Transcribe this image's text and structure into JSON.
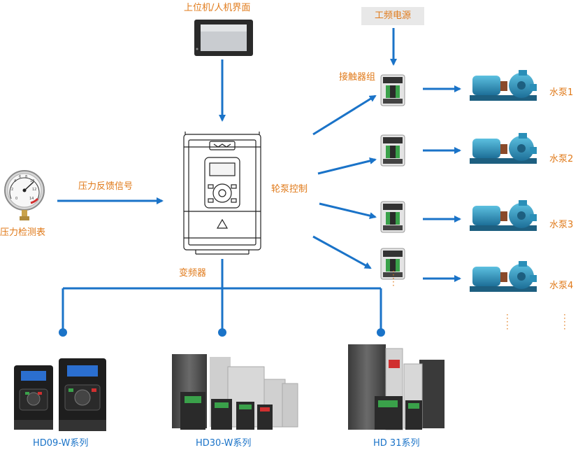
{
  "labels": {
    "hmi": "上位机/人机界面",
    "power": "工频电源",
    "contactor": "接触器组",
    "pressure_signal": "压力反馈信号",
    "pressure_gauge": "压力检测表",
    "rotation_control": "轮泵控制",
    "vfd": "变频器",
    "pumps": [
      "水泵1",
      "水泵2",
      "水泵3",
      "水泵4"
    ],
    "series": [
      "HD09-W系列",
      "HD30-W系列",
      "HD 31系列"
    ]
  },
  "gauge_scale": [
    "0",
    "2",
    "4",
    "6",
    "8",
    "10",
    "12",
    "14"
  ],
  "colors": {
    "line": "#1a73c8",
    "label_orange": "#e07a1a",
    "label_blue": "#1a73c8",
    "pump": "#2a8fb8",
    "contactor_green": "#3aa14a"
  }
}
